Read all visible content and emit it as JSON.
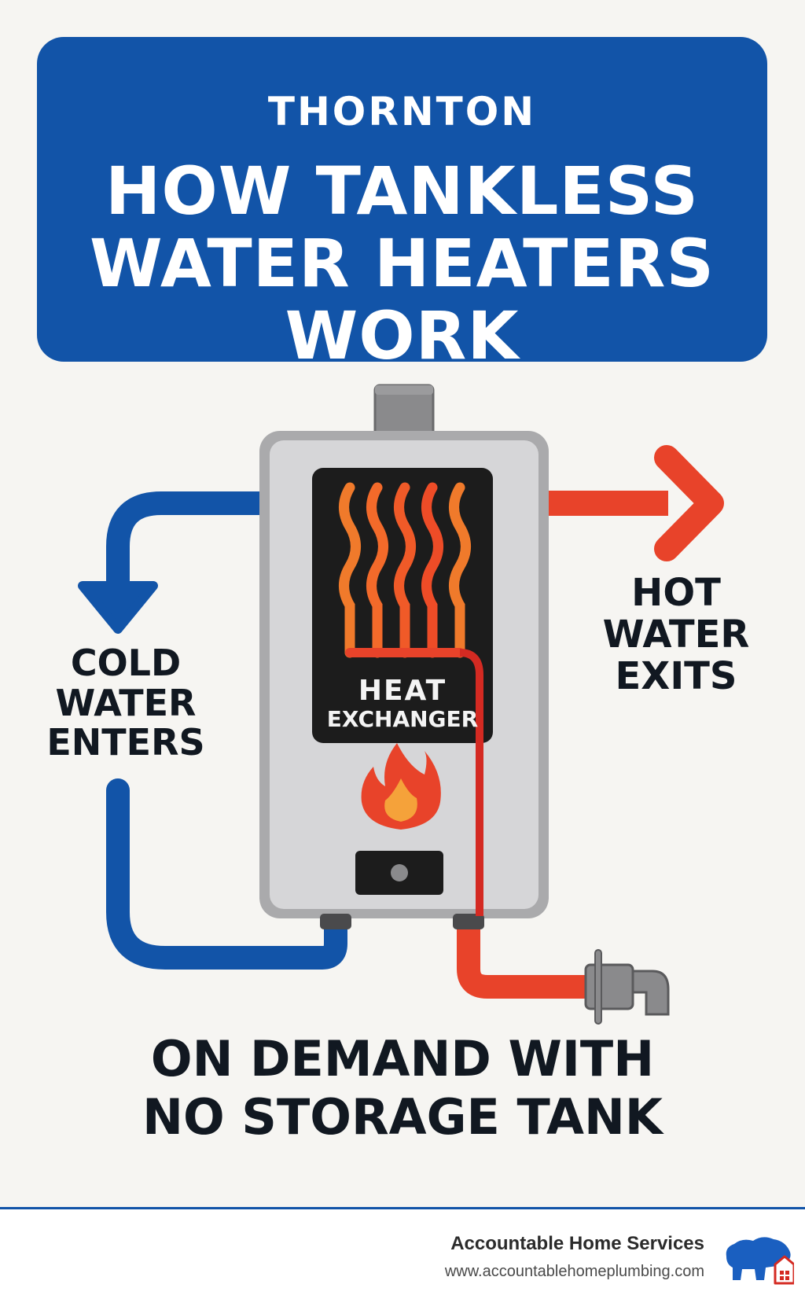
{
  "header": {
    "city": "THORNTON",
    "title": "HOW TANKLESS\nWATER HEATERS\nWORK"
  },
  "diagram": {
    "cold_label": "COLD\nWATER\nENTERS",
    "hot_label": "HOT\nWATER\nEXITS",
    "heat_exchanger_line1": "HEAT",
    "heat_exchanger_line2": "EXCHANGER"
  },
  "tagline": "ON DEMAND WITH\nNO STORAGE TANK",
  "footer": {
    "company": "Accountable Home Services",
    "url": "www.accountablehomeplumbing.com"
  },
  "colors": {
    "brand_blue": "#1254a8",
    "hot_red": "#e8432a",
    "flame_orange": "#f07a2b",
    "heater_gray": "#c9c9cb",
    "panel_dark": "#1c1c1c"
  },
  "icons": [
    "flame-icon",
    "bison-house-logo-icon",
    "faucet-icon",
    "arrow-right-icon",
    "arrow-down-icon"
  ]
}
